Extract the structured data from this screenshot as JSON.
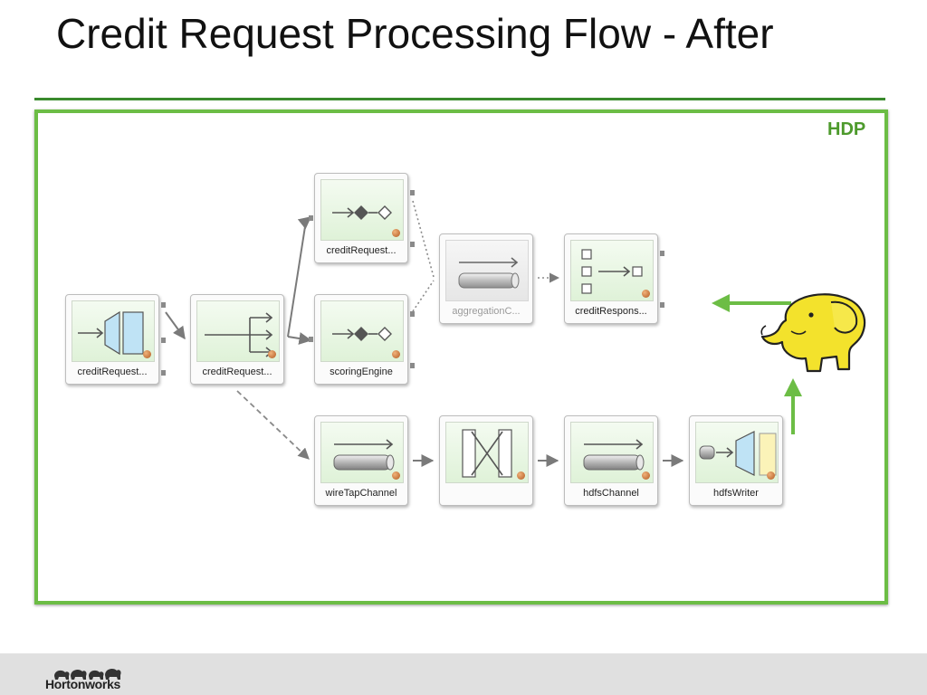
{
  "slide": {
    "title": "Credit Request Processing Flow - After",
    "container_label": "HDP",
    "logo_text": "Hortonworks"
  },
  "colors": {
    "accent_green": "#6cbd45",
    "title_rule": "#3a8a2e",
    "label_green": "#4d9a2c",
    "node_fill": "#e4f4dd",
    "footer_gray": "#e0e0e0",
    "elephant_yellow": "#f3e22c"
  },
  "nodes": [
    {
      "id": "n1",
      "label": "creditRequest...",
      "icon": "gateway-icon"
    },
    {
      "id": "n2",
      "label": "creditRequest...",
      "icon": "router-icon"
    },
    {
      "id": "n3",
      "label": "creditRequest...",
      "icon": "filter-icon"
    },
    {
      "id": "n4",
      "label": "scoringEngine",
      "icon": "filter-icon"
    },
    {
      "id": "n5",
      "label": "aggregationC...",
      "icon": "channel-icon",
      "dimmed": true
    },
    {
      "id": "n6",
      "label": "creditRespons...",
      "icon": "aggregator-icon"
    },
    {
      "id": "n7",
      "label": "wireTapChannel",
      "icon": "channel-icon"
    },
    {
      "id": "n8",
      "label": "",
      "icon": "transformer-icon"
    },
    {
      "id": "n9",
      "label": "hdfsChannel",
      "icon": "channel-icon"
    },
    {
      "id": "n10",
      "label": "hdfsWriter",
      "icon": "outbound-adapter-icon"
    }
  ],
  "connections": [
    {
      "from": "n1",
      "to": "n2",
      "style": "solid"
    },
    {
      "from": "n2",
      "to": "n3",
      "style": "solid"
    },
    {
      "from": "n2",
      "to": "n4",
      "style": "solid"
    },
    {
      "from": "n2",
      "to": "n7",
      "style": "dashed"
    },
    {
      "from": "n3",
      "to": "n5",
      "style": "dotted"
    },
    {
      "from": "n4",
      "to": "n5",
      "style": "dotted"
    },
    {
      "from": "n5",
      "to": "n6",
      "style": "dotted"
    },
    {
      "from": "n7",
      "to": "n8",
      "style": "solid"
    },
    {
      "from": "n8",
      "to": "n9",
      "style": "solid"
    },
    {
      "from": "n9",
      "to": "n10",
      "style": "solid"
    },
    {
      "from": "n10",
      "to": "hadoop",
      "style": "green"
    },
    {
      "from": "hadoop",
      "to": "n6",
      "style": "green"
    }
  ],
  "icons": {
    "hadoop": "hadoop-elephant-icon",
    "logo": "hortonworks-elephants-icon"
  }
}
